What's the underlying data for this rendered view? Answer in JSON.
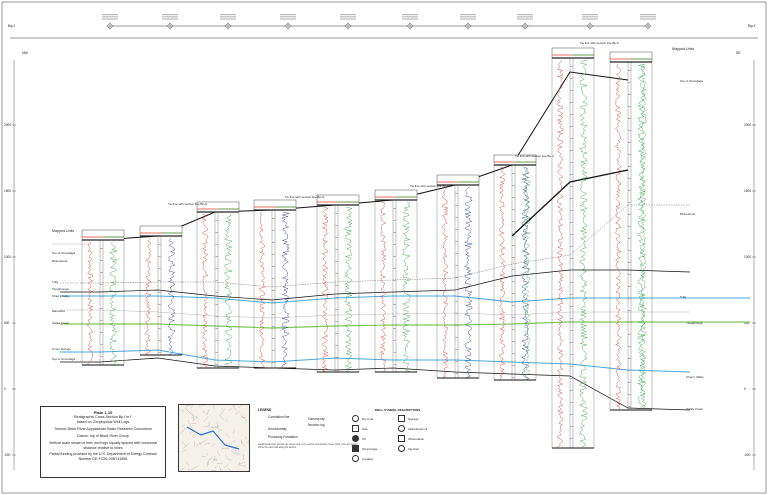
{
  "section": {
    "end_left": "Bp-I",
    "end_right": "Bp-I'",
    "dir_left": "NW",
    "dir_right": "SE"
  },
  "depth_labels": [
    "2000",
    "1500",
    "1000",
    "500",
    "0",
    "-500"
  ],
  "wells": [
    {
      "id": "well-1",
      "header": "Tie line with section line Bp-H"
    },
    {
      "id": "well-2",
      "header": "Tie line with section line Bp-H"
    },
    {
      "id": "well-3",
      "header": "Tie line with section line Bp-K"
    },
    {
      "id": "well-4",
      "header": "Tie line with section line Bp-J"
    },
    {
      "id": "well-5",
      "header": "Tie line with section line Bp-F"
    }
  ],
  "units_left": {
    "title": "Mapped Units",
    "items": [
      "Top of Onondaga",
      "Rhinestreet",
      "Tully",
      "Tioughnioga",
      "Cherry Valley",
      "Marcellus",
      "Oatka Creek",
      "Union Springs",
      "Top of Onondaga"
    ]
  },
  "units_right": {
    "title": "Mapped Units",
    "items": [
      "Top of Onondaga",
      "Rhinestreet",
      "Tully",
      "Tioughnioga",
      "Cherry Valley",
      "Oatka Creek",
      "Top of Onondaga"
    ]
  },
  "plate": {
    "number": "Plate 1-10",
    "title": "Stratigraphic Cross-Section Bp-I to I'",
    "subtitle": "based on Geophysical Well Logs",
    "line3": "Trenton-Black River Appalachian Basin Research Consortium",
    "line4": "Datum: top of Black River Group",
    "line5": "Vertical scale shown in feet; well logs equally spaced with horizontal distance relative to miles",
    "line6": "Partial funding provided by the U.S. Department of Energy Contract Number DE-FC26-03NT41856"
  },
  "legend": {
    "title": "LEGEND",
    "items": [
      "Correlation line",
      "Gamma ray",
      "Neutron log",
      "Unconformity",
      "Producing Formation"
    ]
  },
  "symbols": {
    "title": "WELL SYMBOL DESCRIPTIONS",
    "items": [
      "Dry hole",
      "Gas",
      "Oil",
      "Oil and gas",
      "Location",
      "Storage",
      "Abandoned oil",
      "Observation",
      "Injection"
    ]
  },
  "note": "Geophysical logs: gamma ray curves (left, red), neutron and density curves (right, blue and green) shown for each well along the section.",
  "colors": {
    "gamma": "#e23b2e",
    "neutron": "#2c3fa6",
    "density": "#3aa84a",
    "tully": "#4aa8de",
    "marcellus": "#7ec85a"
  }
}
